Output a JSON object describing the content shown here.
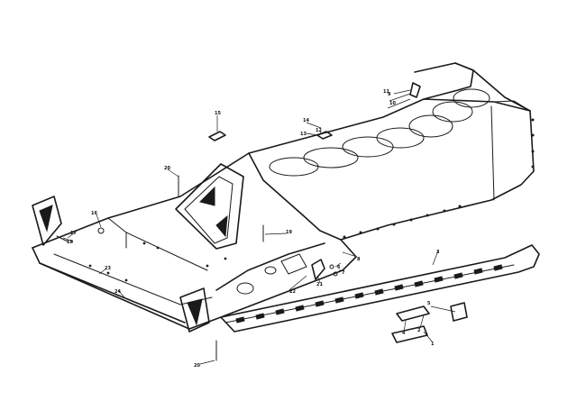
{
  "diagram": {
    "type": "exploded-parts-diagram",
    "subject": "snowmobile-chassis-belly-pan-and-tunnel",
    "callouts": [
      {
        "id": "c1",
        "text": "1"
      },
      {
        "id": "c2",
        "text": "2"
      },
      {
        "id": "c3",
        "text": "3"
      },
      {
        "id": "c4",
        "text": "4"
      },
      {
        "id": "c5",
        "text": "5"
      },
      {
        "id": "c6",
        "text": "6"
      },
      {
        "id": "c7",
        "text": "7"
      },
      {
        "id": "c8",
        "text": "8"
      },
      {
        "id": "c9",
        "text": "9"
      },
      {
        "id": "c10",
        "text": "10"
      },
      {
        "id": "c11",
        "text": "11"
      },
      {
        "id": "c12",
        "text": "12"
      },
      {
        "id": "c13",
        "text": "13"
      },
      {
        "id": "c14",
        "text": "14"
      },
      {
        "id": "c15",
        "text": "15"
      },
      {
        "id": "c16",
        "text": "16"
      },
      {
        "id": "c17",
        "text": "17"
      },
      {
        "id": "c18",
        "text": "18"
      },
      {
        "id": "c19",
        "text": "19"
      },
      {
        "id": "c20",
        "text": "20"
      },
      {
        "id": "c20b",
        "text": "20"
      },
      {
        "id": "c21",
        "text": "21"
      },
      {
        "id": "c22",
        "text": "22"
      },
      {
        "id": "c23",
        "text": "23"
      },
      {
        "id": "c24",
        "text": "24"
      }
    ]
  }
}
